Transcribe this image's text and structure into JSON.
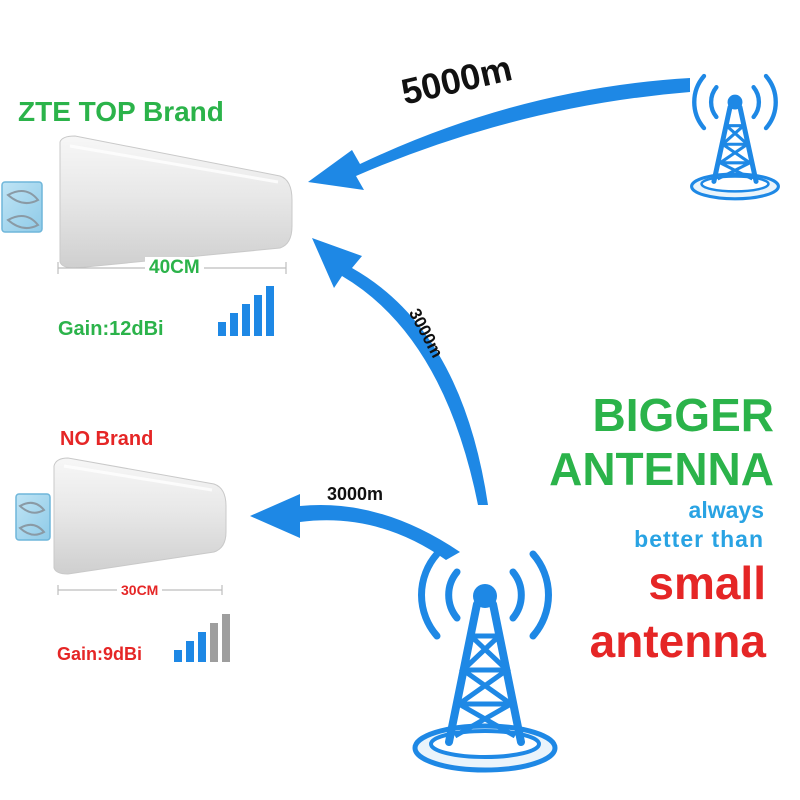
{
  "top_antenna": {
    "brand": "ZTE TOP Brand",
    "size": "40CM",
    "gain": "Gain:12dBi"
  },
  "bottom_antenna": {
    "brand": "NO Brand",
    "size": "30CM",
    "gain": "Gain:9dBi"
  },
  "distances": {
    "far": "5000m",
    "diagonal": "3000m",
    "near": "3000m"
  },
  "headline": {
    "line1": "BIGGER",
    "line2": "ANTENNA",
    "line3": "always",
    "line4": "better than",
    "line5": "small",
    "line6": "antenna"
  },
  "colors": {
    "green": "#2bb34a",
    "red": "#e52626",
    "blue": "#1e88e5",
    "light_blue": "#29a3e3",
    "gray_bar": "#9e9e9e"
  },
  "icons": [
    "cell-tower-icon",
    "signal-strength-icon",
    "log-periodic-antenna-icon",
    "arrow-icon"
  ],
  "signal": {
    "top_strength_bars": 5,
    "bottom_strength_bars": 3,
    "bars_total": 5
  }
}
